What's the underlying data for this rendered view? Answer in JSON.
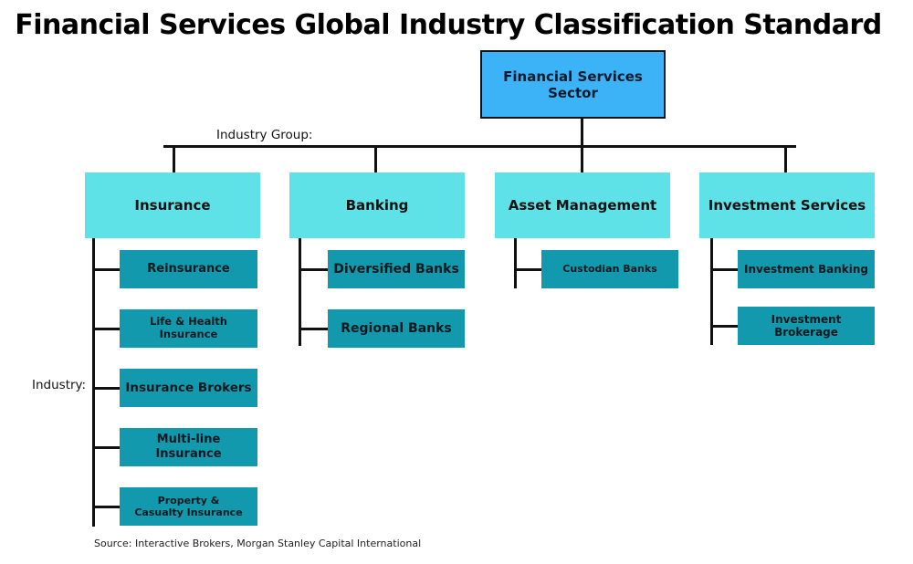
{
  "title": "Financial Services Global Industry Classification Standard",
  "sector": {
    "label": "Financial Services Sector"
  },
  "labels": {
    "industry_group": "Industry Group:",
    "industry": "Industry:"
  },
  "groups": [
    {
      "label": "Insurance",
      "industries": [
        "Reinsurance",
        "Life & Health Insurance",
        "Insurance Brokers",
        "Multi-line Insurance",
        "Property & Casualty Insurance"
      ]
    },
    {
      "label": "Banking",
      "industries": [
        "Diversified Banks",
        "Regional Banks"
      ]
    },
    {
      "label": "Asset Management",
      "industries": [
        "Custodian Banks"
      ]
    },
    {
      "label": "Investment Services",
      "industries": [
        "Investment Banking",
        "Investment Brokerage"
      ]
    }
  ],
  "source": "Source: Interactive Brokers, Morgan Stanley Capital International",
  "colors": {
    "sector": "#3db3f7",
    "group": "#5fe1e8",
    "industry": "#1399ae",
    "lines": "#111111"
  }
}
